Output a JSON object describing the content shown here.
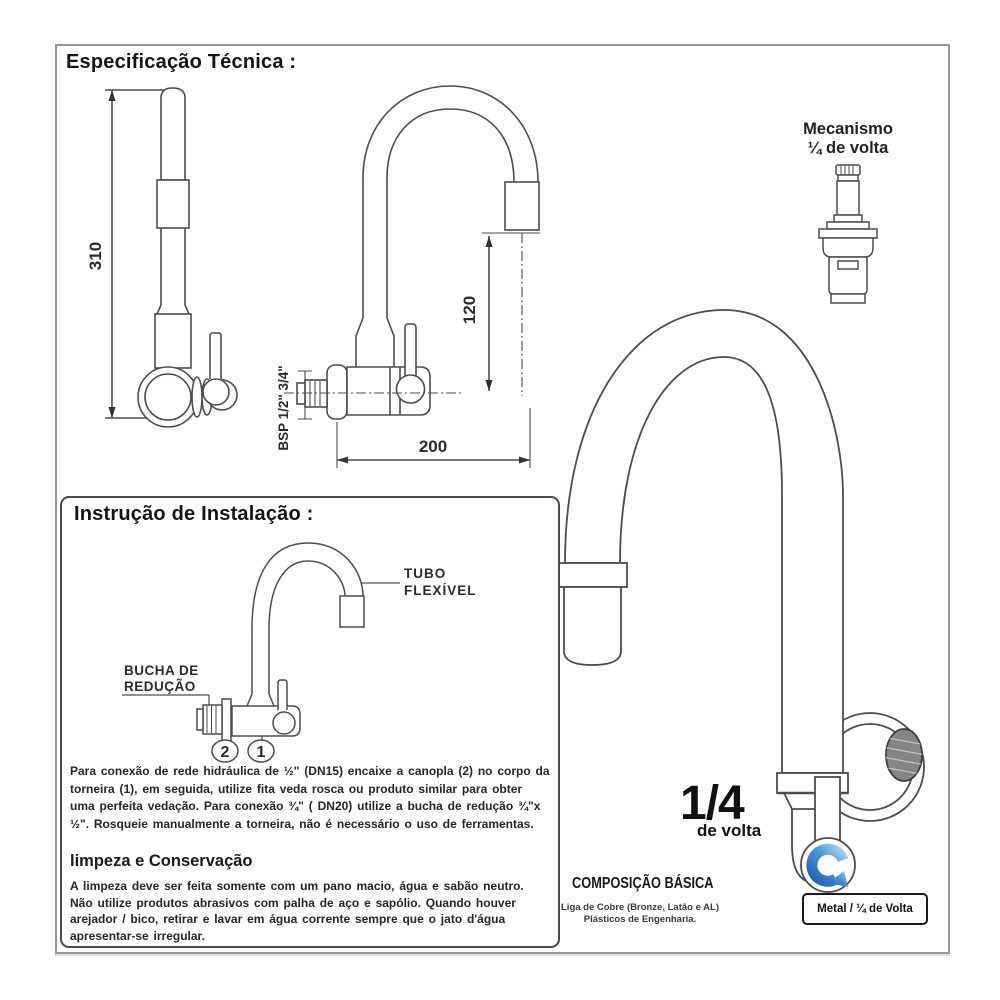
{
  "spec": {
    "title": "Especificação Técnica :",
    "dim_height": "310",
    "dim_spout": "120",
    "dim_reach": "200",
    "dim_thread": "BSP 1/2\" 3/4\""
  },
  "mechanism": {
    "line1": "Mecanismo",
    "line2": "¼ de volta"
  },
  "big": {
    "fraction": "1/4",
    "sub": "de volta"
  },
  "composition": {
    "title": "COMPOSIÇÃO BÁSICA",
    "line1": "Liga de Cobre (Bronze, Latão e AL)",
    "line2": "Plásticos de Engenharia."
  },
  "badge": {
    "label": "Metal / ¼ de Volta"
  },
  "install": {
    "title": "Instrução de Instalação :",
    "tubo1": "TUBO",
    "tubo2": "FLEXÍVEL",
    "bucha1": "BUCHA DE",
    "bucha2": "REDUÇÃO",
    "m1": "1",
    "m2": "2",
    "para1": "Para conexão de rede hidráulica de ½\" (DN15) encaixe a canopla (2) no corpo da torneira (1), em seguida, utilize fita veda rosca ou produto similar para obter uma perfeita vedação. Para conexão ¾\" ( DN20) utilize a bucha de redução ¾\"x ½\".  Rosqueie manualmente a torneira, não é necessário o uso de ferramentas.",
    "sub": "limpeza e Conservação",
    "para2": "A limpeza deve ser feita somente com um pano macio, água e sabão neutro. Não utilize produtos  abrasivos com palha de aço e sapólio. Quando houver arejador / bico, retirar e lavar em água corrente sempre que o jato d'água apresentar-se irregular."
  },
  "colors": {
    "line": "#4d4d4d",
    "border_gray": "#979797",
    "swirl_dark": "#1e5fae",
    "swirl_light": "#a8d4f0"
  }
}
